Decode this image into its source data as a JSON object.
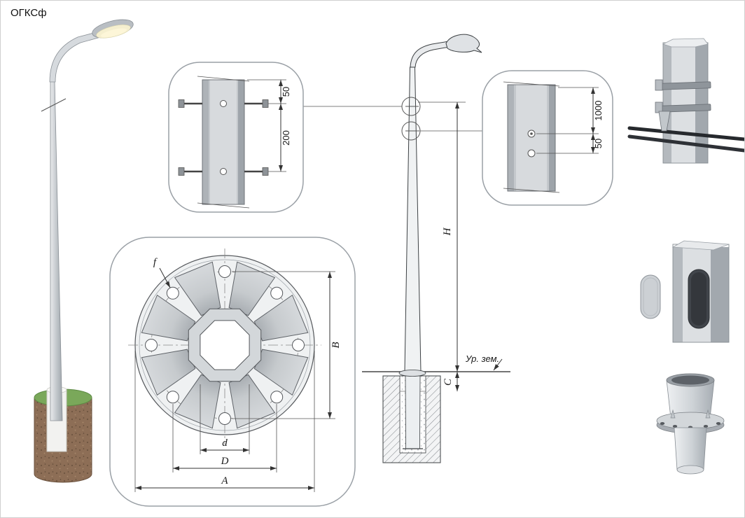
{
  "title": "ОГКСф",
  "detail_bolts": {
    "dim_spacing_top": "50",
    "dim_spacing_main": "200"
  },
  "detail_holes": {
    "dim_height": "1000",
    "dim_offset": "50"
  },
  "flange": {
    "hole_diameter_label": "f",
    "dim_width": "B",
    "dim_pole": "d",
    "dim_bolt_circle": "D",
    "dim_plate": "A"
  },
  "elevation": {
    "dim_total_height": "H",
    "dim_embedment": "C",
    "ground_level_label": "Ур. зем."
  }
}
